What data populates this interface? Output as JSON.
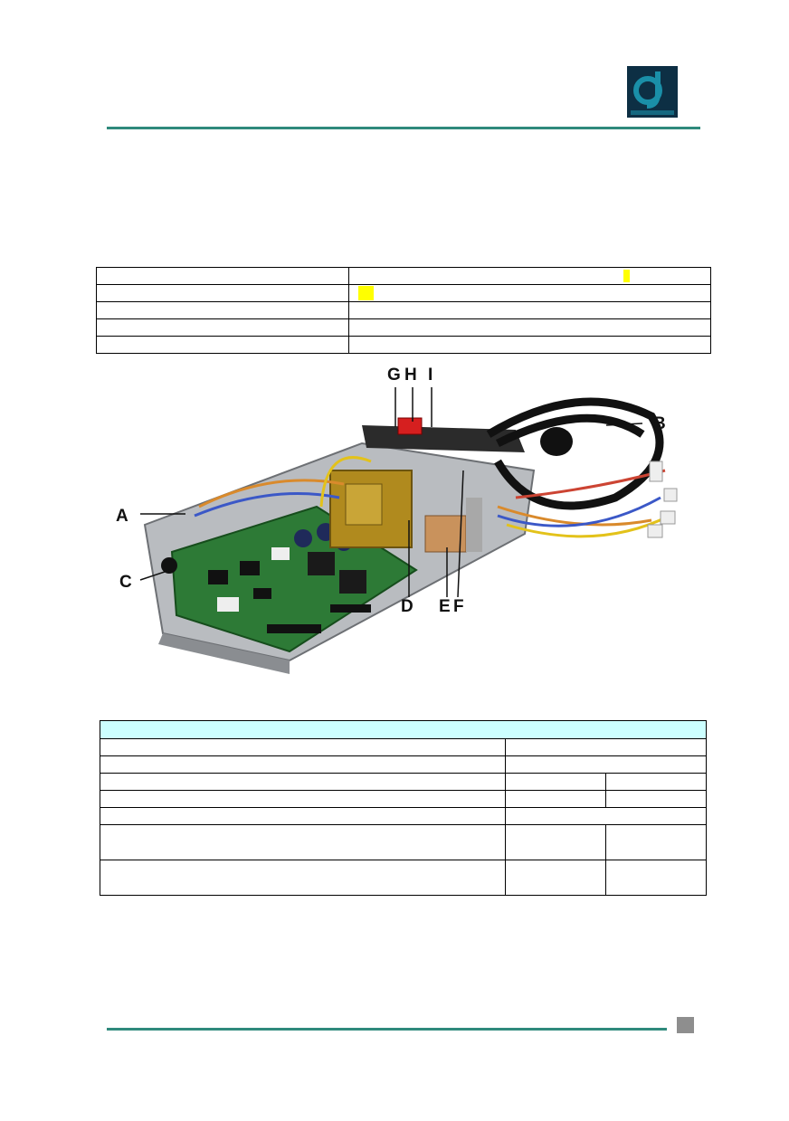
{
  "header": {
    "logo_name": "company-logo"
  },
  "figure": {
    "callouts": {
      "a": "A",
      "b": "B",
      "c": "C",
      "d": "D",
      "e": "E",
      "f": "F",
      "g": "G",
      "h": "H",
      "i": "I"
    }
  },
  "colors": {
    "rule": "#2f8a7c",
    "table_header": "#ccffff",
    "highlight": "#ffff00",
    "page_marker": "#8e8e8e"
  }
}
